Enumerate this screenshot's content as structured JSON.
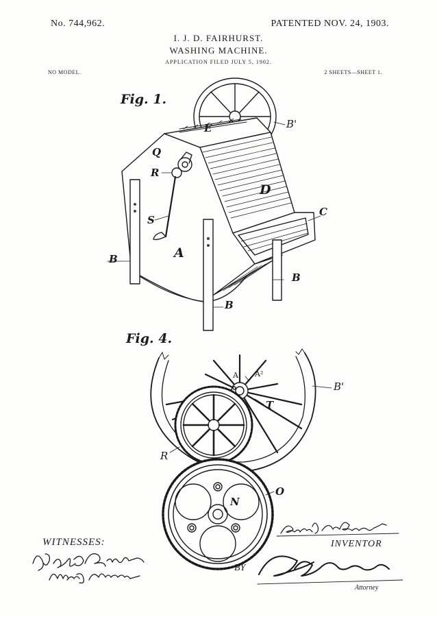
{
  "header": {
    "patent_number": "No. 744,962.",
    "patent_date": "PATENTED NOV. 24, 1903.",
    "inventor": "I. J. D. FAIRHURST.",
    "title": "WASHING MACHINE.",
    "filed": "APPLICATION FILED JULY 5, 1902.",
    "model": "NO MODEL.",
    "sheets": "2 SHEETS—SHEET 1."
  },
  "figures": {
    "fig1_label": "Fig. 1.",
    "fig4_label": "Fig. 4.",
    "fig1_refs": [
      "B'",
      "E",
      "Q",
      "R",
      "D",
      "C",
      "S",
      "A",
      "B",
      "B",
      "B"
    ],
    "fig4_refs": [
      "A'",
      "A²",
      "B'",
      "T",
      "R",
      "N",
      "O"
    ]
  },
  "footer": {
    "witnesses_label": "WITNESSES:",
    "inventor_label": "INVENTOR",
    "by_label": "BY",
    "attorney_label": "Attorney",
    "signatures": {
      "witness_1": "Percy C. Bowen",
      "witness_2": "May E. Moore",
      "inventor": "Isaac J. D. Fairhurst",
      "attorney": "Wm. Moore"
    }
  },
  "colors": {
    "paper": "#fdfdfb",
    "ink": "#1b1b1b"
  }
}
